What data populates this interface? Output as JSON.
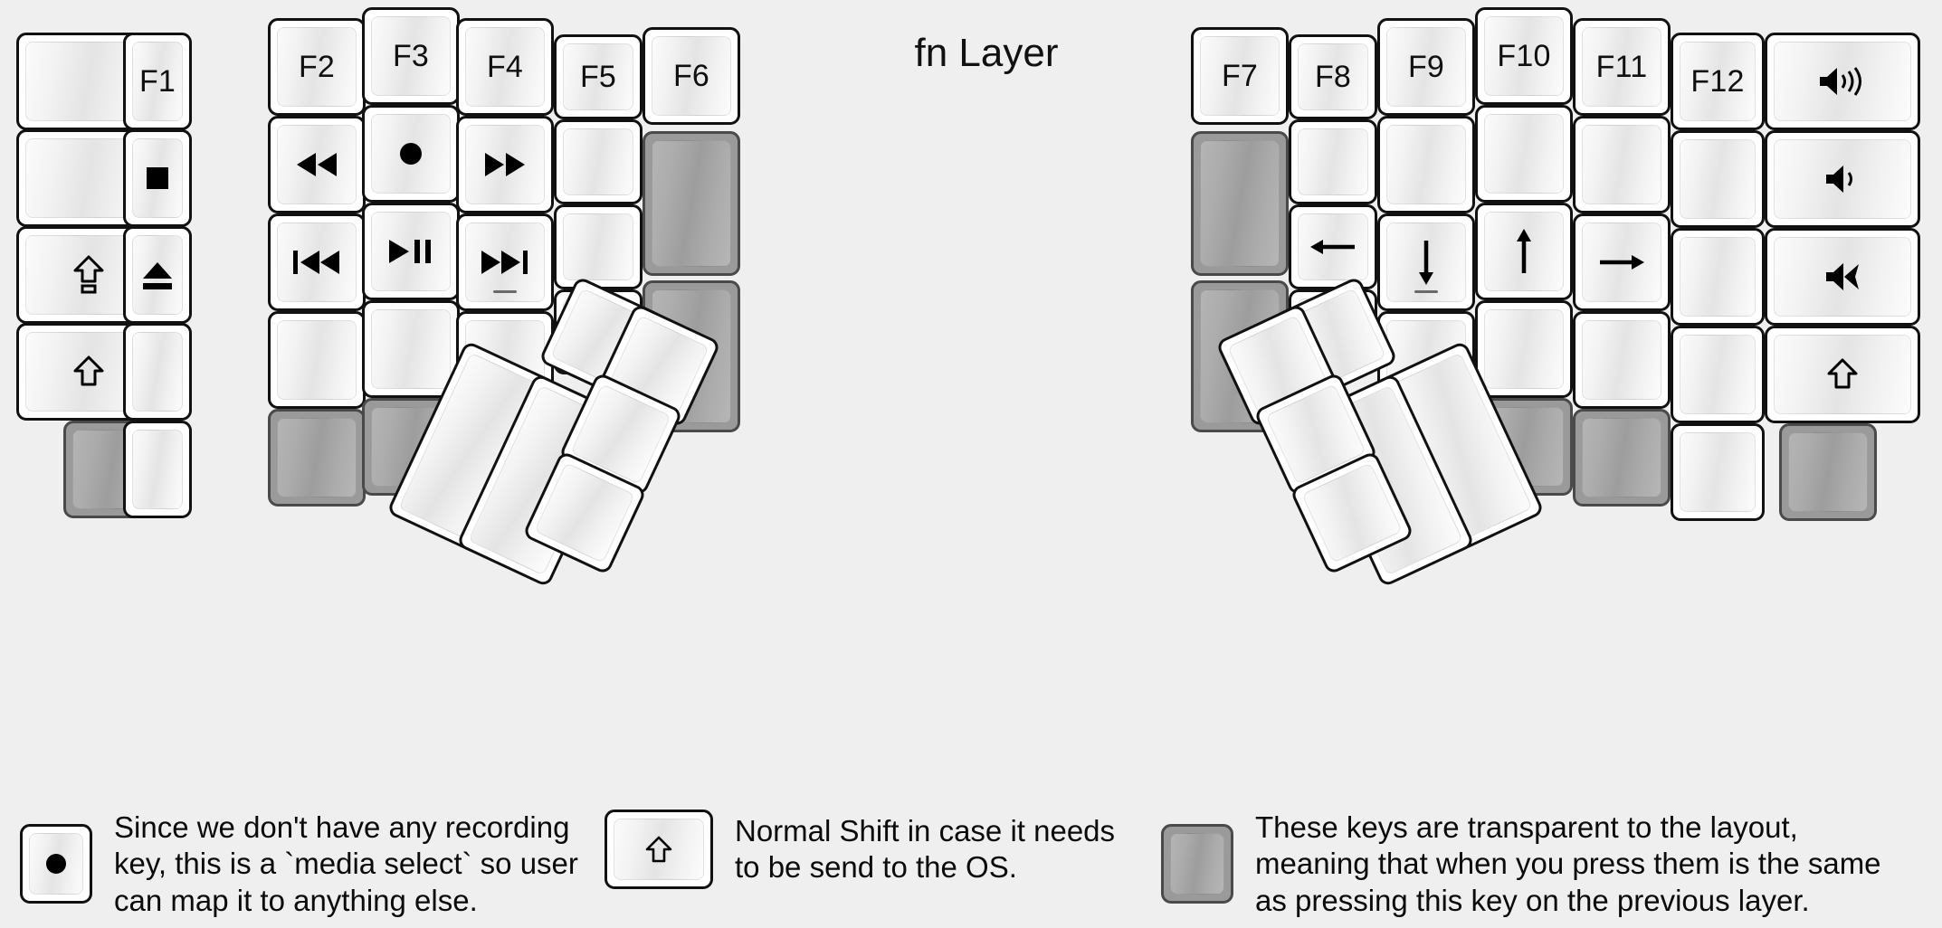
{
  "title": "fn Layer",
  "colors": {
    "background": "#efefef",
    "key_border": "#111111",
    "key_face_light": "#fbfbfb",
    "key_face_mid": "#e4e4e4",
    "transparent_key": "#9a9a9a",
    "transparent_key_border": "#4a4a4a",
    "text": "#101010"
  },
  "legend": [
    {
      "key_icon": "record-icon",
      "key_state": "normal",
      "text": "Since we don't have any recording\nkey, this is a `media select` so user\ncan map it to anything else."
    },
    {
      "key_icon": "shift-arrow-icon",
      "key_state": "normal",
      "text": "Normal Shift in case it needs\nto be send to the OS."
    },
    {
      "key_icon": "blank-icon",
      "key_state": "transparent",
      "text": "These keys are transparent to the layout,\nmeaning that when you press them is the same\nas pressing this key on the previous layer."
    }
  ],
  "left_half": {
    "columns": [
      {
        "name": "col-pinky-outer",
        "keys": [
          {
            "label": "",
            "icon": "blank-icon",
            "state": "normal"
          },
          {
            "label": "",
            "icon": "blank-icon",
            "state": "normal"
          },
          {
            "label": "",
            "icon": "caps-lock-icon",
            "state": "normal"
          },
          {
            "label": "",
            "icon": "shift-arrow-icon",
            "state": "normal"
          },
          {
            "label": "",
            "icon": "blank-icon",
            "state": "transparent"
          }
        ]
      },
      {
        "name": "col-pinky",
        "keys": [
          {
            "label": "F1",
            "icon": "",
            "state": "normal"
          },
          {
            "label": "",
            "icon": "stop-icon",
            "state": "normal"
          },
          {
            "label": "",
            "icon": "eject-icon",
            "state": "normal"
          },
          {
            "label": "",
            "icon": "blank-icon",
            "state": "normal"
          },
          {
            "label": "",
            "icon": "blank-icon",
            "state": "normal"
          }
        ]
      },
      {
        "name": "col-ring",
        "keys": [
          {
            "label": "F2",
            "icon": "",
            "state": "normal"
          },
          {
            "label": "",
            "icon": "rewind-icon",
            "state": "normal"
          },
          {
            "label": "",
            "icon": "previous-track-icon",
            "state": "normal"
          },
          {
            "label": "",
            "icon": "blank-icon",
            "state": "normal"
          },
          {
            "label": "",
            "icon": "blank-icon",
            "state": "transparent"
          }
        ]
      },
      {
        "name": "col-middle",
        "keys": [
          {
            "label": "F3",
            "icon": "",
            "state": "normal"
          },
          {
            "label": "",
            "icon": "record-icon",
            "state": "normal"
          },
          {
            "label": "",
            "icon": "play-pause-icon",
            "state": "normal"
          },
          {
            "label": "",
            "icon": "blank-icon",
            "state": "normal"
          },
          {
            "label": "",
            "icon": "blank-icon",
            "state": "transparent"
          }
        ]
      },
      {
        "name": "col-index",
        "keys": [
          {
            "label": "F4",
            "icon": "",
            "state": "normal"
          },
          {
            "label": "",
            "icon": "fast-forward-icon",
            "state": "normal"
          },
          {
            "label": "",
            "icon": "next-track-icon",
            "state": "normal",
            "homing": true
          },
          {
            "label": "",
            "icon": "blank-icon",
            "state": "normal"
          },
          {
            "label": "",
            "icon": "blank-icon",
            "state": "transparent"
          }
        ]
      },
      {
        "name": "col-index-inner",
        "keys": [
          {
            "label": "F5",
            "icon": "",
            "state": "normal"
          },
          {
            "label": "",
            "icon": "blank-icon",
            "state": "normal"
          },
          {
            "label": "",
            "icon": "blank-icon",
            "state": "normal"
          },
          {
            "label": "",
            "icon": "blank-icon",
            "state": "normal"
          }
        ]
      },
      {
        "name": "col-inner",
        "keys": [
          {
            "label": "F6",
            "icon": "",
            "state": "normal"
          },
          {
            "label": "",
            "icon": "blank-icon",
            "state": "transparent"
          },
          {
            "label": "",
            "icon": "blank-icon",
            "state": "transparent"
          }
        ]
      }
    ],
    "thumb_cluster": [
      {
        "name": "thumb-big-1",
        "icon": "blank-icon",
        "state": "normal"
      },
      {
        "name": "thumb-big-2",
        "icon": "blank-icon",
        "state": "normal"
      },
      {
        "name": "thumb-small-1",
        "icon": "blank-icon",
        "state": "normal"
      },
      {
        "name": "thumb-small-2",
        "icon": "blank-icon",
        "state": "normal"
      },
      {
        "name": "thumb-small-3",
        "icon": "blank-icon",
        "state": "normal"
      },
      {
        "name": "thumb-small-4",
        "icon": "blank-icon",
        "state": "normal"
      }
    ]
  },
  "right_half": {
    "columns": [
      {
        "name": "col-inner",
        "keys": [
          {
            "label": "F7",
            "icon": "",
            "state": "normal"
          },
          {
            "label": "",
            "icon": "blank-icon",
            "state": "transparent"
          },
          {
            "label": "",
            "icon": "blank-icon",
            "state": "transparent"
          }
        ]
      },
      {
        "name": "col-index-inner",
        "keys": [
          {
            "label": "F8",
            "icon": "",
            "state": "normal"
          },
          {
            "label": "",
            "icon": "blank-icon",
            "state": "normal"
          },
          {
            "label": "",
            "icon": "arrow-left-icon",
            "state": "normal"
          },
          {
            "label": "",
            "icon": "blank-icon",
            "state": "normal"
          }
        ]
      },
      {
        "name": "col-index",
        "keys": [
          {
            "label": "F9",
            "icon": "",
            "state": "normal"
          },
          {
            "label": "",
            "icon": "blank-icon",
            "state": "normal"
          },
          {
            "label": "",
            "icon": "arrow-down-icon",
            "state": "normal",
            "homing": true
          },
          {
            "label": "",
            "icon": "blank-icon",
            "state": "normal"
          },
          {
            "label": "",
            "icon": "blank-icon",
            "state": "transparent"
          }
        ]
      },
      {
        "name": "col-middle",
        "keys": [
          {
            "label": "F10",
            "icon": "",
            "state": "normal"
          },
          {
            "label": "",
            "icon": "blank-icon",
            "state": "normal"
          },
          {
            "label": "",
            "icon": "arrow-up-icon",
            "state": "normal"
          },
          {
            "label": "",
            "icon": "blank-icon",
            "state": "normal"
          },
          {
            "label": "",
            "icon": "blank-icon",
            "state": "transparent"
          }
        ]
      },
      {
        "name": "col-ring",
        "keys": [
          {
            "label": "F11",
            "icon": "",
            "state": "normal"
          },
          {
            "label": "",
            "icon": "blank-icon",
            "state": "normal"
          },
          {
            "label": "",
            "icon": "arrow-right-icon",
            "state": "normal"
          },
          {
            "label": "",
            "icon": "blank-icon",
            "state": "normal"
          },
          {
            "label": "",
            "icon": "blank-icon",
            "state": "transparent"
          }
        ]
      },
      {
        "name": "col-pinky",
        "keys": [
          {
            "label": "F12",
            "icon": "",
            "state": "normal"
          },
          {
            "label": "",
            "icon": "blank-icon",
            "state": "normal"
          },
          {
            "label": "",
            "icon": "blank-icon",
            "state": "normal"
          },
          {
            "label": "",
            "icon": "blank-icon",
            "state": "normal"
          },
          {
            "label": "",
            "icon": "blank-icon",
            "state": "normal"
          }
        ]
      },
      {
        "name": "col-pinky-outer",
        "keys": [
          {
            "label": "",
            "icon": "volume-up-icon",
            "state": "normal"
          },
          {
            "label": "",
            "icon": "volume-down-icon",
            "state": "normal"
          },
          {
            "label": "",
            "icon": "volume-mute-icon",
            "state": "normal"
          },
          {
            "label": "",
            "icon": "shift-arrow-icon",
            "state": "normal"
          },
          {
            "label": "",
            "icon": "blank-icon",
            "state": "transparent"
          }
        ]
      }
    ],
    "thumb_cluster": [
      {
        "name": "thumb-big-1",
        "icon": "blank-icon",
        "state": "normal"
      },
      {
        "name": "thumb-big-2",
        "icon": "blank-icon",
        "state": "normal"
      },
      {
        "name": "thumb-small-1",
        "icon": "blank-icon",
        "state": "normal"
      },
      {
        "name": "thumb-small-2",
        "icon": "blank-icon",
        "state": "normal"
      },
      {
        "name": "thumb-small-3",
        "icon": "blank-icon",
        "state": "normal"
      },
      {
        "name": "thumb-small-4",
        "icon": "blank-icon",
        "state": "normal"
      }
    ]
  }
}
